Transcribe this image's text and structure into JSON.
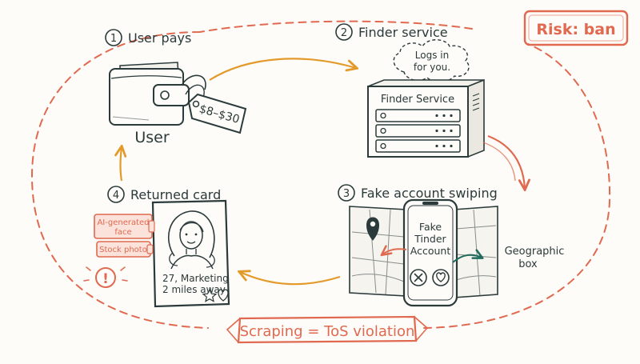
{
  "colors": {
    "ink": "#2b3a3a",
    "accent_red": "#e0694f",
    "arrow_orange": "#e39a2a",
    "teal": "#1f6b5c",
    "paper": "#fdfcf9",
    "label_fill": "#fbe3dc"
  },
  "risk_badge": {
    "text": "Risk: ban"
  },
  "footer_banner": {
    "text": "Scraping = ToS violation"
  },
  "steps": [
    {
      "number": "1",
      "title": "User pays"
    },
    {
      "number": "2",
      "title": "Finder service"
    },
    {
      "number": "3",
      "title": "Fake account swiping"
    },
    {
      "number": "4",
      "title": "Returned card"
    }
  ],
  "user": {
    "label": "User",
    "price_tag": "$8–$30",
    "icons": [
      "wallet-icon",
      "price-tag-icon"
    ]
  },
  "finder": {
    "thought_line1": "Logs in",
    "thought_line2": "for you.",
    "server_label": "Finder Service",
    "icons": [
      "server-icon",
      "thought-cloud-icon"
    ]
  },
  "fake_account": {
    "phone_line1": "Fake",
    "phone_line2": "Tinder",
    "phone_line3": "Account",
    "geo_line1": "Geographic",
    "geo_line2": "box",
    "icons": [
      "map-icon",
      "location-pin-icon",
      "phone-icon",
      "reject-x-icon",
      "like-heart-icon"
    ]
  },
  "returned_card": {
    "profile_line1": "27, Marketing",
    "profile_line2": "2 miles away",
    "tag_ai_line1": "AI-generated",
    "tag_ai_line2": "face",
    "tag_stock": "Stock photo",
    "warning_symbol": "!",
    "icons": [
      "profile-photo-icon",
      "star-icon",
      "heart-icon",
      "warning-icon"
    ]
  }
}
